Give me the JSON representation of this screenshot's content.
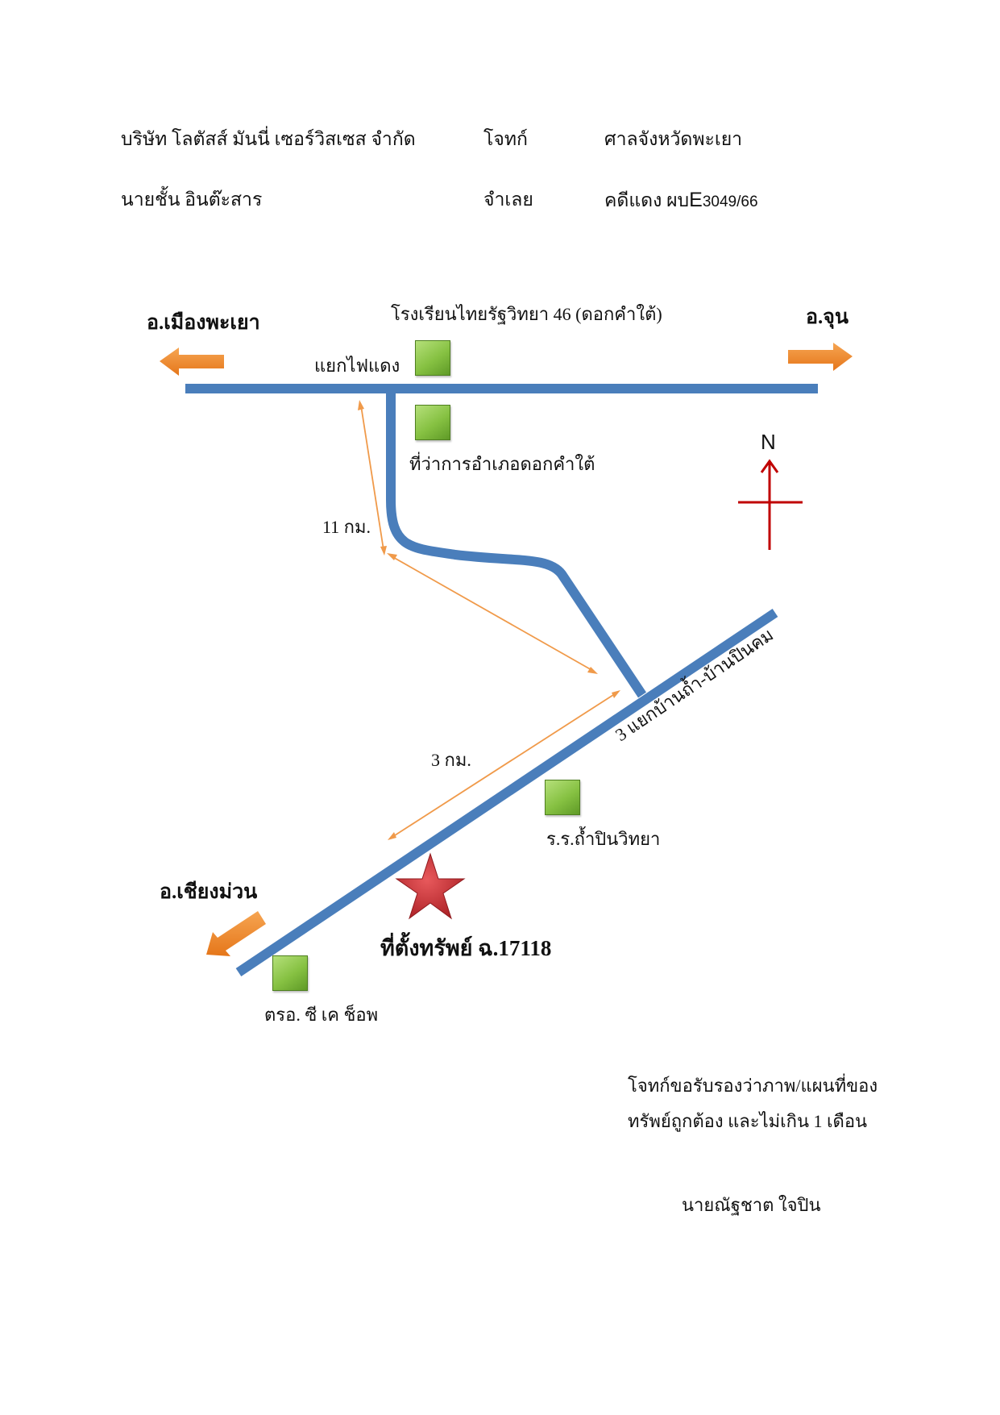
{
  "header": {
    "plaintiff_company": "บริษัท โลตัสส์ มันนี่ เซอร์วิสเซส จำกัด",
    "plaintiff_label": "โจทก์",
    "court": "ศาลจังหวัดพะเยา",
    "defendant_name": "นายชั้น อินต๊ะสาร",
    "defendant_label": "จำเลย",
    "case_prefix": "คดีแดง ผบ",
    "case_letter": "E",
    "case_number": "3049/66"
  },
  "map": {
    "direction_left_top": "อ.เมืองพะเยา",
    "direction_right_top": "อ.จุน",
    "direction_bottom_left": "อ.เชียงม่วน",
    "school_top": "โรงเรียนไทยรัฐวิทยา 46 (ดอกคำใต้)",
    "traffic_light": "แยกไฟแดง",
    "district_office": "ที่ว่าการอำเภอดอกคำใต้",
    "distance_1": "11 กม.",
    "distance_2": "3 กม.",
    "junction": "3 แยกบ้านถ้ำ-บ้านปินคม",
    "school_bottom": "ร.ร.ถ้ำปินวิทยา",
    "property": "ที่ตั้งทรัพย์ ฉ.17118",
    "police_box": "ตรอ. ซี เค ช็อพ",
    "north": "N",
    "colors": {
      "road": "#4a7ebb",
      "arrow": "#f0882a",
      "distance_line": "#f09a4a",
      "landmark": "#86c142",
      "star": "#c0262b",
      "compass": "#c00000"
    }
  },
  "certification": {
    "line1": "โจทก์ขอรับรองว่าภาพ/แผนที่ของ",
    "line2": "ทรัพย์ถูกต้อง และไม่เกิน 1 เดือน",
    "signer": "นายณัฐชาต  ใจปิน"
  }
}
